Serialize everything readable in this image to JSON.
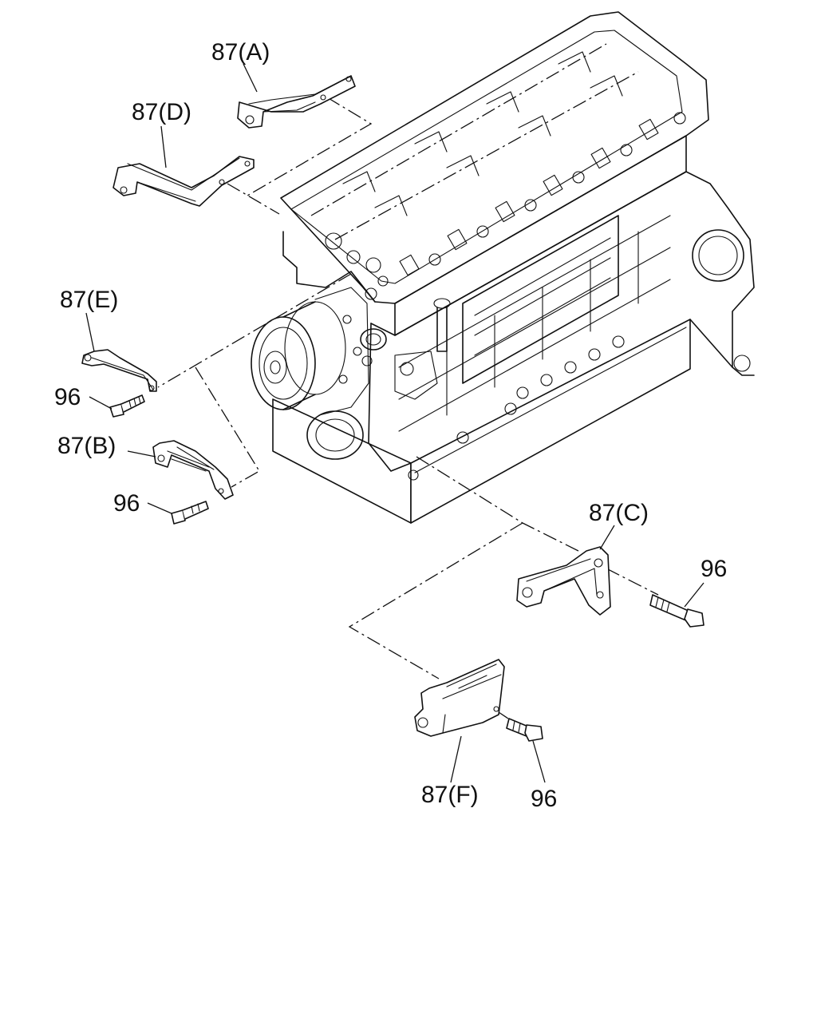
{
  "callouts": {
    "bracket_a": "87(A)",
    "bracket_d": "87(D)",
    "bracket_e": "87(E)",
    "bracket_b": "87(B)",
    "bracket_c": "87(C)",
    "bracket_f": "87(F)",
    "bolt_e": "96",
    "bolt_b": "96",
    "bolt_c": "96",
    "bolt_f": "96"
  }
}
